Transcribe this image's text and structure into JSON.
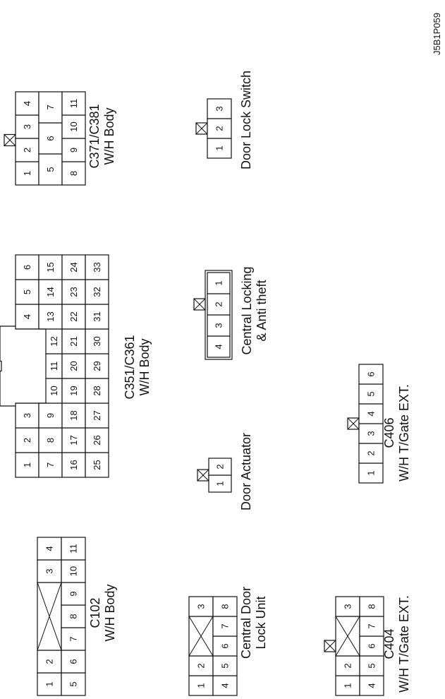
{
  "code": "J5B1P059",
  "connectors": [
    {
      "id": "c102",
      "label_lines": [
        "C102",
        "W/H Body"
      ],
      "rows": [
        [
          "1",
          "2",
          "",
          "",
          "3",
          "4"
        ],
        [
          "5",
          "6",
          "7",
          "8",
          "9",
          "10",
          "11"
        ]
      ]
    },
    {
      "id": "c351",
      "label_lines": [
        "C351/C361",
        "W/H Body"
      ],
      "rows": [
        [
          "1",
          "2",
          "3",
          "",
          "",
          "",
          "4",
          "5",
          "6"
        ],
        [
          "7",
          "8",
          "9",
          "10",
          "11",
          "12",
          "13",
          "14",
          "15"
        ],
        [
          "16",
          "17",
          "18",
          "19",
          "20",
          "21",
          "22",
          "23",
          "24"
        ],
        [
          "25",
          "26",
          "27",
          "28",
          "29",
          "30",
          "31",
          "32",
          "33"
        ]
      ]
    },
    {
      "id": "c371",
      "label_lines": [
        "C371/C381",
        "W/H Body"
      ],
      "rows": [
        [
          "1",
          "2",
          "3",
          "4"
        ],
        [
          "5",
          "6",
          "7"
        ],
        [
          "8",
          "9",
          "10",
          "11"
        ]
      ]
    },
    {
      "id": "central-door-lock-unit",
      "label_lines": [
        "Central Door",
        "Lock Unit"
      ],
      "rows": [
        [
          "1",
          "2",
          "",
          "3"
        ],
        [
          "4",
          "5",
          "6",
          "7",
          "8"
        ]
      ]
    },
    {
      "id": "door-actuator",
      "label_lines": [
        "Door Actuator"
      ],
      "rows": [
        [
          "1",
          "2"
        ]
      ]
    },
    {
      "id": "central-locking",
      "label_lines": [
        "Central Locking",
        "& Anti theft"
      ],
      "rows": [
        [
          "4",
          "3",
          "2",
          "1"
        ]
      ]
    },
    {
      "id": "door-lock-switch",
      "label_lines": [
        "Door Lock Switch"
      ],
      "rows": [
        [
          "1",
          "2",
          "3"
        ]
      ]
    },
    {
      "id": "c404",
      "label_lines": [
        "C404",
        "W/H T/Gate EXT."
      ],
      "rows": [
        [
          "1",
          "2",
          "",
          "3"
        ],
        [
          "4",
          "5",
          "6",
          "7",
          "8"
        ]
      ]
    },
    {
      "id": "c406",
      "label_lines": [
        "C406",
        "W/H T/Gate EXT."
      ],
      "rows": [
        [
          "1",
          "2",
          "3",
          "4",
          "5",
          "6"
        ]
      ]
    }
  ]
}
